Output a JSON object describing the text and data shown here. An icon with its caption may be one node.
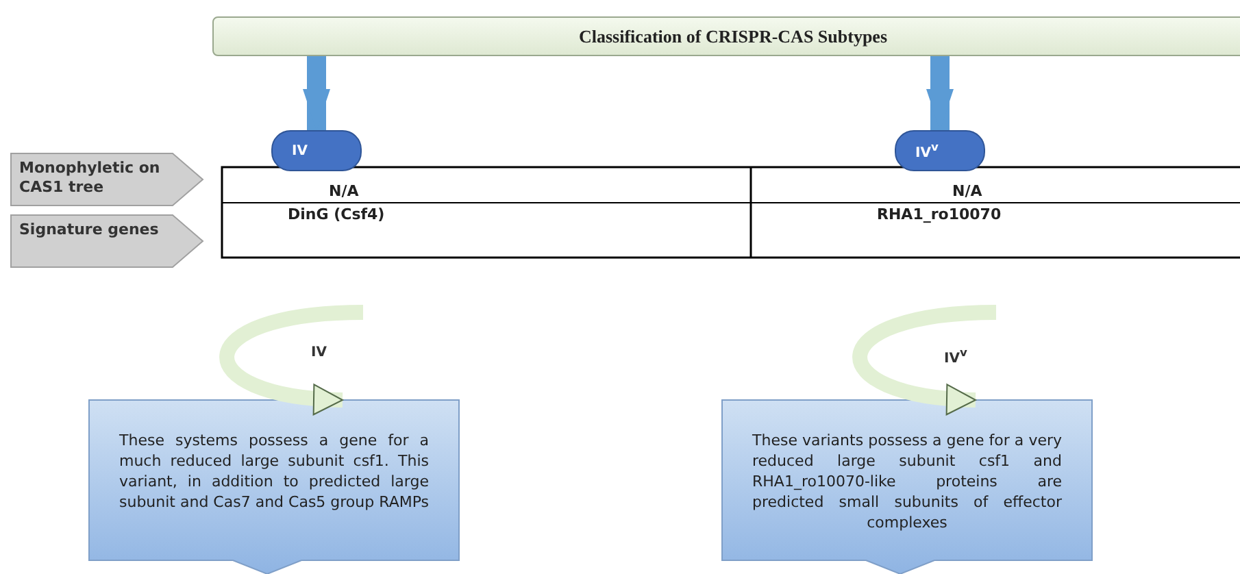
{
  "diagram": {
    "nodes": [
      {
        "text": [
          "Classification of CRISPR-CAS Subtypes"
        ]
      },
      {
        "text": [
          "IV"
        ]
      },
      {
        "text": [
          "IV$^{v}$"
        ]
      },
      {
        "text": [
          "Monophyletic on CAS1 tree"
        ]
      },
      {
        "text": [
          "Signature genes"
        ]
      },
      {
        "text": [
          "These systems possess a gene for a much reduced large subunit csf1. This variant, in addition to predicted large subunit and Cas7 and Cas5 group RAMPs"
        ]
      },
      {
        "text": [
          "These variants possess a gene for a very reduced large subunit csf1 and RHA1_ro10070-like proteins are predicted small subunits of effector complexes"
        ]
      }
    ],
    "edges": [
      {
        "from": 0,
        "to": 1,
        "arrow": "to"
      },
      {
        "from": 0,
        "to": 2,
        "arrow": "to"
      },
      {
        "from": null,
        "to": 5,
        "arrow": "to",
        "label": "IV",
        "color": "#e2f0d4"
      },
      {
        "from": null,
        "to": 6,
        "arrow": "to",
        "label": "IV$^{v}$",
        "color": "#e2f0d4"
      }
    ],
    "labels": [
      "N/A",
      "N/A",
      "DinG (Csf4)",
      "RHA1_ro10070"
    ]
  }
}
